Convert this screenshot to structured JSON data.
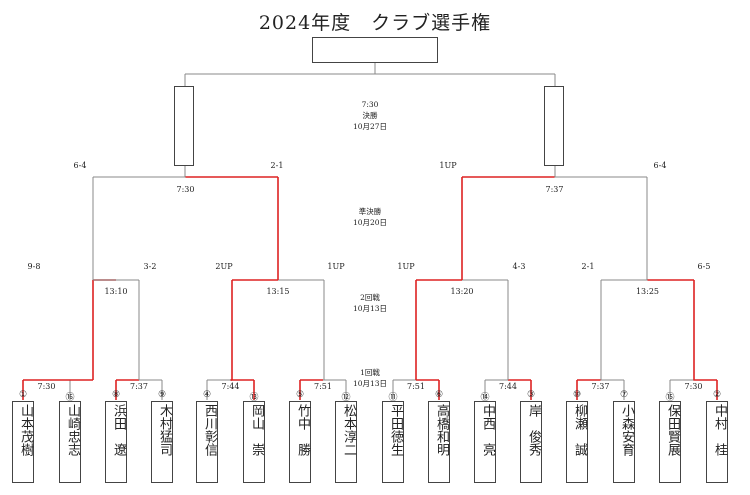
{
  "title": "2024年度　クラブ選手権",
  "rounds": {
    "final": [
      "7:30",
      "決勝",
      "10月27日"
    ],
    "semi": [
      "準決勝",
      "10月20日"
    ],
    "second": [
      "2回戦",
      "10月13日"
    ],
    "first": [
      "1回戦",
      "10月13日"
    ]
  },
  "colors": {
    "win": "#dd2222",
    "lose": "#888888"
  },
  "players": [
    {
      "seed": "①",
      "name": "山本茂樹"
    },
    {
      "seed": "⑯",
      "name": "山崎忠志"
    },
    {
      "seed": "⑧",
      "name": "浜田　遼"
    },
    {
      "seed": "⑨",
      "name": "木村猛司"
    },
    {
      "seed": "④",
      "name": "西川彰信"
    },
    {
      "seed": "⑬",
      "name": "岡山　崇"
    },
    {
      "seed": "⑤",
      "name": "竹中　勝"
    },
    {
      "seed": "⑫",
      "name": "松本淳二"
    },
    {
      "seed": "⑪",
      "name": "平田徳生"
    },
    {
      "seed": "⑥",
      "name": "高橋和明"
    },
    {
      "seed": "⑭",
      "name": "中西　亮"
    },
    {
      "seed": "③",
      "name": "岸　俊秀"
    },
    {
      "seed": "⑩",
      "name": "柳瀬　誠"
    },
    {
      "seed": "⑦",
      "name": "小森安育"
    },
    {
      "seed": "⑮",
      "name": "保田賢展"
    },
    {
      "seed": "②",
      "name": "中村　桂"
    }
  ],
  "r1_matches": [
    {
      "time": "7:30",
      "winner": 0
    },
    {
      "time": "7:37",
      "winner": 0
    },
    {
      "time": "7:44",
      "winner": 1
    },
    {
      "time": "7:51",
      "winner": 0
    },
    {
      "time": "7:51",
      "winner": 1
    },
    {
      "time": "7:44",
      "winner": 1
    },
    {
      "time": "7:37",
      "winner": 0
    },
    {
      "time": "7:30",
      "winner": 1
    }
  ],
  "qf_matches": [
    {
      "time": "13:10",
      "scores": [
        "9-8",
        "3-2"
      ],
      "winner": 0
    },
    {
      "time": "13:15",
      "scores": [
        "2UP",
        "1UP"
      ],
      "winner": 0
    },
    {
      "time": "13:20",
      "scores": [
        "1UP",
        "4-3"
      ],
      "winner": 0
    },
    {
      "time": "13:25",
      "scores": [
        "2-1",
        "6-5"
      ],
      "winner": 1
    }
  ],
  "sf_matches": [
    {
      "time": "7:30",
      "scores": [
        "6-4",
        "2-1"
      ],
      "winner": 1
    },
    {
      "time": "7:37",
      "scores": [
        "1UP",
        "6-4"
      ],
      "winner": 0
    }
  ]
}
